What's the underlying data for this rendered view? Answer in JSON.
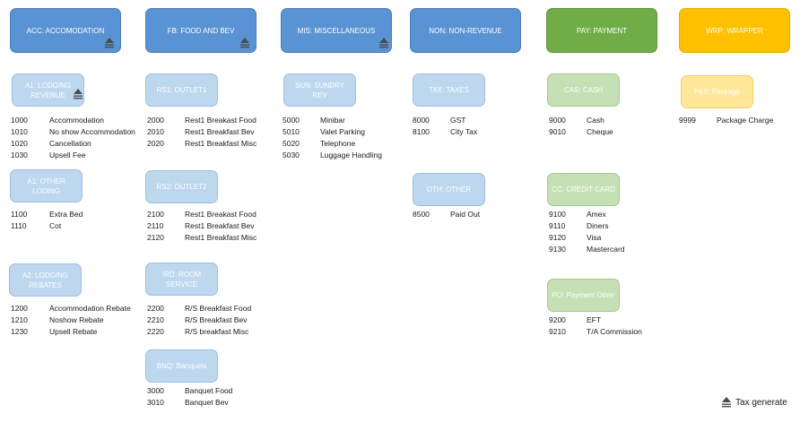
{
  "categories": {
    "acc": "ACC: ACCOMODATION",
    "fb": "FB: FOOD AND BEV",
    "mis": "MIS: MISCELLANEOUS",
    "non": "NON: NON-REVENUE",
    "pay": "PAY: PAYMENT",
    "wrp": "WRP: WRAPPER"
  },
  "groups": {
    "a1_lodging": "A1: LODGING REVENUE",
    "a1_other": "A1: OTHER LODING",
    "a2_rebates": "A2: LODGING REBATES",
    "rs1": "RS1: OUTLET1",
    "rs2": "RS2: OUTLET2",
    "ird": "IRD: ROOM SERVICE",
    "bnq": "BNQ: Banquets",
    "sun": "SUN: SUNDRY REV",
    "tax": "TAX: TAXES",
    "oth": "OTH: OTHER",
    "cas": "CAS: CASH",
    "cc": "CC: CREDIT CARD",
    "po": "PO: Payment Other",
    "pk0": "PK0: Package"
  },
  "lists": {
    "a1_lodging": [
      {
        "code": "1000",
        "name": "Accommodation"
      },
      {
        "code": "1010",
        "name": "No show Accommodation"
      },
      {
        "code": "1020",
        "name": "Cancellation"
      },
      {
        "code": "1030",
        "name": "Upsell Fee"
      }
    ],
    "a1_other": [
      {
        "code": "1100",
        "name": "Extra Bed"
      },
      {
        "code": "1110",
        "name": "Cot"
      }
    ],
    "a2_rebates": [
      {
        "code": "1200",
        "name": "Accommodation Rebate"
      },
      {
        "code": "1210",
        "name": "Noshow Rebate"
      },
      {
        "code": "1230",
        "name": "Upsell Rebate"
      }
    ],
    "rs1": [
      {
        "code": "2000",
        "name": "Rest1 Breakast Food"
      },
      {
        "code": "2010",
        "name": "Rest1 Breakfast Bev"
      },
      {
        "code": "2020",
        "name": "Rest1 Breakfast Misc"
      }
    ],
    "rs2": [
      {
        "code": "2100",
        "name": "Rest1 Breakast Food"
      },
      {
        "code": "2110",
        "name": "Rest1 Breakfast Bev"
      },
      {
        "code": "2120",
        "name": "Rest1 Breakfast Misc"
      }
    ],
    "ird": [
      {
        "code": "2200",
        "name": "R/S Breakfast Food"
      },
      {
        "code": "2210",
        "name": "R/S Breakfast Bev"
      },
      {
        "code": "2220",
        "name": "R/S breakfast Misc"
      }
    ],
    "bnq": [
      {
        "code": "3000",
        "name": "Banquet Food"
      },
      {
        "code": "3010",
        "name": "Banquet Bev"
      }
    ],
    "sun": [
      {
        "code": "5000",
        "name": "Minibar"
      },
      {
        "code": "5010",
        "name": "Valet Parking"
      },
      {
        "code": "5020",
        "name": "Telephone"
      },
      {
        "code": "5030",
        "name": "Luggage Handling"
      }
    ],
    "tax": [
      {
        "code": "8000",
        "name": "GST"
      },
      {
        "code": "8100",
        "name": "City Tax"
      }
    ],
    "oth": [
      {
        "code": "8500",
        "name": "Paid Out"
      }
    ],
    "cas": [
      {
        "code": "9000",
        "name": "Cash"
      },
      {
        "code": "9010",
        "name": "Cheque"
      }
    ],
    "cc": [
      {
        "code": "9100",
        "name": "Amex"
      },
      {
        "code": "9110",
        "name": "Diners"
      },
      {
        "code": "9120",
        "name": "Visa"
      },
      {
        "code": "9130",
        "name": "Mastercard"
      }
    ],
    "po": [
      {
        "code": "9200",
        "name": "EFT"
      },
      {
        "code": "9210",
        "name": "T/A Commission"
      }
    ],
    "pk0": [
      {
        "code": "9999",
        "name": "Package Charge"
      }
    ]
  },
  "legend": {
    "tax_generate": "Tax generate"
  },
  "icons": {
    "tax": "tax-generate-icon"
  },
  "colors": {
    "revenue_dark": "#5a93d3",
    "revenue_light": "#bdd7ee",
    "payment_dark": "#70ad47",
    "payment_light": "#c5e0b4",
    "wrapper_dark": "#ffc000",
    "wrapper_light": "#ffe699"
  }
}
